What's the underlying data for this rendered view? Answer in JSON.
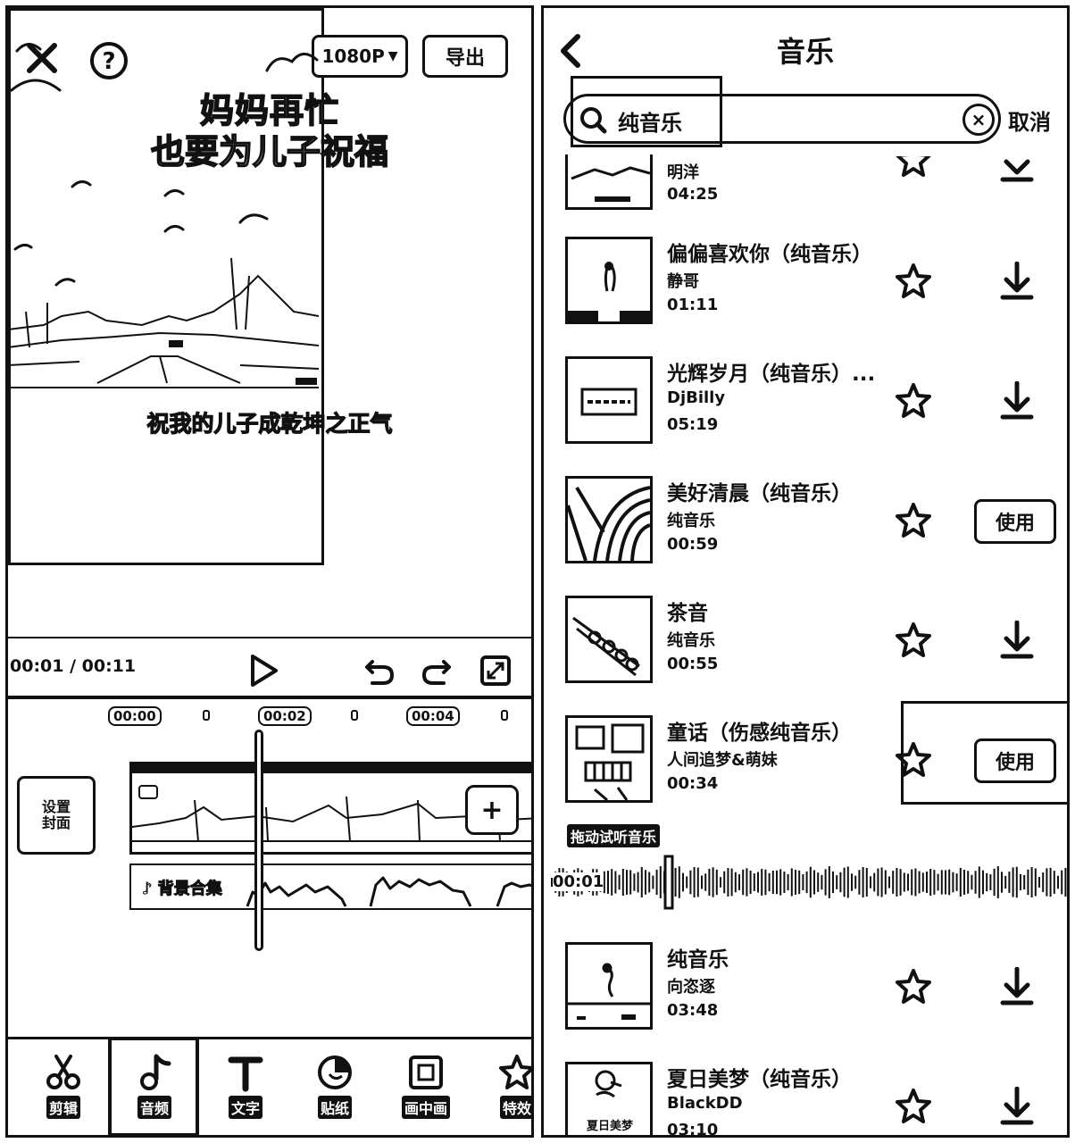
{
  "editor": {
    "resolution_label": "1080P",
    "export_label": "导出",
    "preview_title_line1": "妈妈再忙",
    "preview_title_line2": "也要为儿子祝福",
    "preview_subtitle": "祝我的儿子成乾坤之正气",
    "time_readout": "00:01 / 00:11",
    "timeline_ticks": [
      "00:00",
      "00:02",
      "00:04"
    ],
    "cover_button_line1": "设置",
    "cover_button_line2": "封面",
    "audio_track_label": "背景合集",
    "nav": [
      {
        "label": "剪辑",
        "icon": "scissors-icon"
      },
      {
        "label": "音频",
        "icon": "music-note-icon"
      },
      {
        "label": "文字",
        "icon": "text-icon"
      },
      {
        "label": "贴纸",
        "icon": "sticker-icon"
      },
      {
        "label": "画中画",
        "icon": "picture-in-picture-icon"
      },
      {
        "label": "特效",
        "icon": "effects-star-icon"
      }
    ],
    "selected_nav": "音频"
  },
  "music": {
    "page_title": "音乐",
    "search_value": "纯音乐",
    "cancel_label": "取消",
    "use_label": "使用",
    "drag_hint": "拖动试听音乐",
    "waveform_time": "00:01",
    "songs": [
      {
        "title": "",
        "artist": "明洋",
        "duration": "04:25",
        "action": "download"
      },
      {
        "title": "偏偏喜欢你（纯音乐）",
        "artist": "静哥",
        "duration": "01:11",
        "action": "download"
      },
      {
        "title": "光辉岁月（纯音乐）...",
        "artist": "DjBilly",
        "duration": "05:19",
        "action": "download"
      },
      {
        "title": "美好清晨（纯音乐）",
        "artist": "纯音乐",
        "duration": "00:59",
        "action": "use"
      },
      {
        "title": "茶音",
        "artist": "纯音乐",
        "duration": "00:55",
        "action": "download"
      },
      {
        "title": "童话（伤感纯音乐）",
        "artist": "人间追梦&萌妹",
        "duration": "00:34",
        "action": "use"
      },
      {
        "title": "纯音乐",
        "artist": "向恣逐",
        "duration": "03:48",
        "action": "download"
      },
      {
        "title": "夏日美梦（纯音乐）",
        "artist": "BlackDD",
        "duration": "03:10",
        "action": "download"
      }
    ],
    "thumb_caption": "夏日美梦"
  }
}
